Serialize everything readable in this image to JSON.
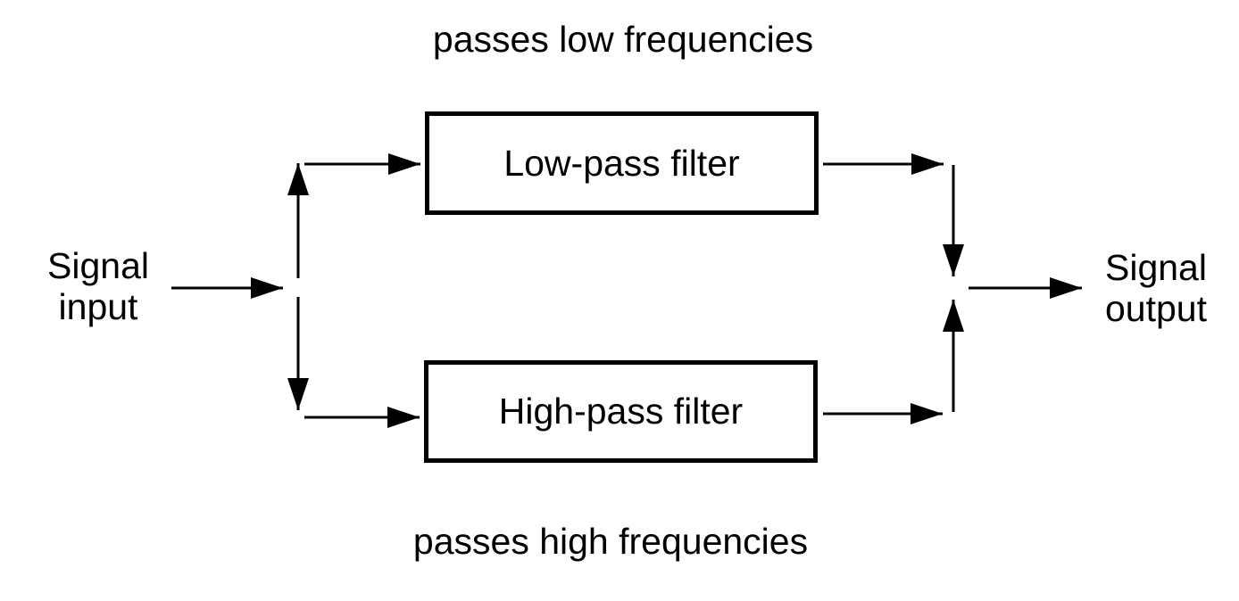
{
  "diagram": {
    "title_implied": "",
    "blocks": [
      {
        "id": "low-pass",
        "label": "Low-pass filter",
        "caption": "passes low frequencies"
      },
      {
        "id": "high-pass",
        "label": "High-pass filter",
        "caption": "passes high frequencies"
      }
    ],
    "input": {
      "line1": "Signal",
      "line2": "input"
    },
    "output": {
      "line1": "Signal",
      "line2": "output"
    },
    "colors": {
      "line": "#000000",
      "text": "#000000",
      "background": "#ffffff"
    }
  }
}
